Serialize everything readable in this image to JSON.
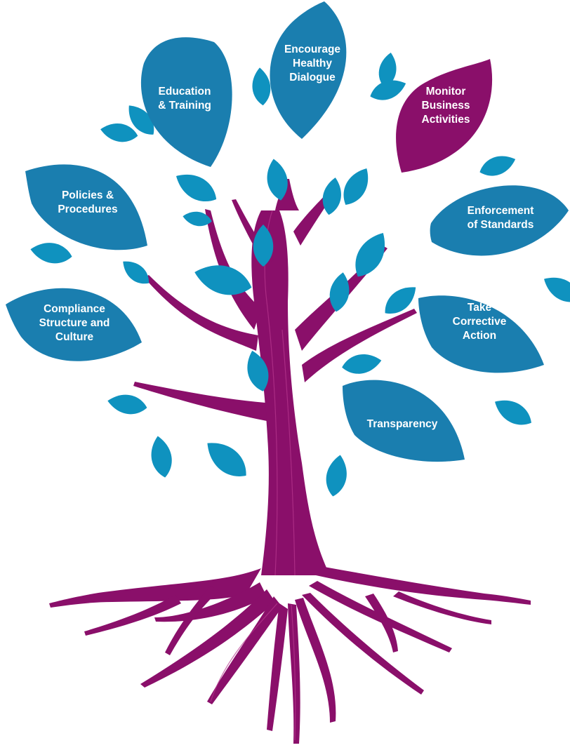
{
  "colors": {
    "trunk": "#8a0f6a",
    "trunk_vein": "#b8388f",
    "leaf_blue": "#1a7eaf",
    "leaf_small": "#0f92bf",
    "leaf_vein": "#ffffff",
    "leaf_highlight": "#8a0f6a"
  },
  "leaves": [
    {
      "id": "education-training",
      "lines": [
        "Education",
        "& Training"
      ],
      "highlight": false
    },
    {
      "id": "encourage-dialogue",
      "lines": [
        "Encourage",
        "Healthy",
        "Dialogue"
      ],
      "highlight": false
    },
    {
      "id": "monitor-business",
      "lines": [
        "Monitor",
        "Business",
        "Activities"
      ],
      "highlight": true
    },
    {
      "id": "policies-procedures",
      "lines": [
        "Policies &",
        "Procedures"
      ],
      "highlight": false
    },
    {
      "id": "enforcement-standards",
      "lines": [
        "Enforcement",
        "of Standards"
      ],
      "highlight": false
    },
    {
      "id": "compliance-structure",
      "lines": [
        "Compliance",
        "Structure and",
        "Culture"
      ],
      "highlight": false
    },
    {
      "id": "take-corrective-action",
      "lines": [
        "Take",
        "Corrective",
        "Action"
      ],
      "highlight": false
    },
    {
      "id": "transparency",
      "lines": [
        "Transparency"
      ],
      "highlight": false
    }
  ]
}
